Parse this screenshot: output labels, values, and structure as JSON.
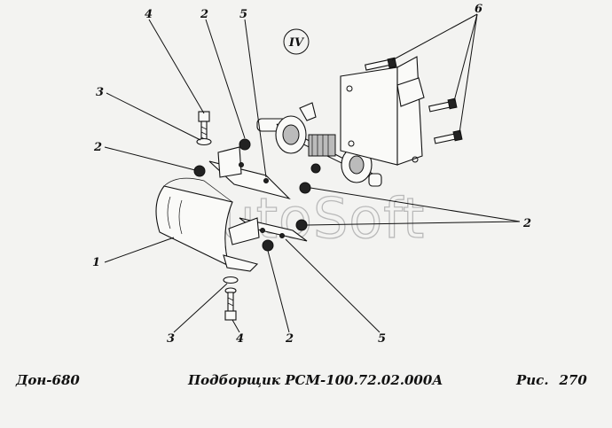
{
  "view_label": "IV",
  "watermark": "AutoSoft",
  "callouts": {
    "c1": "1",
    "c2a": "2",
    "c2b": "2",
    "c2c": "2",
    "c2d": "2",
    "c3a": "3",
    "c3b": "3",
    "c4a": "4",
    "c4b": "4",
    "c5a": "5",
    "c5b": "5",
    "c6": "6"
  },
  "footer": {
    "left": "Дон-680",
    "center": "Подборщик РСМ-100.72.02.000А",
    "fig_label": "Рис.",
    "fig_number": "270"
  }
}
